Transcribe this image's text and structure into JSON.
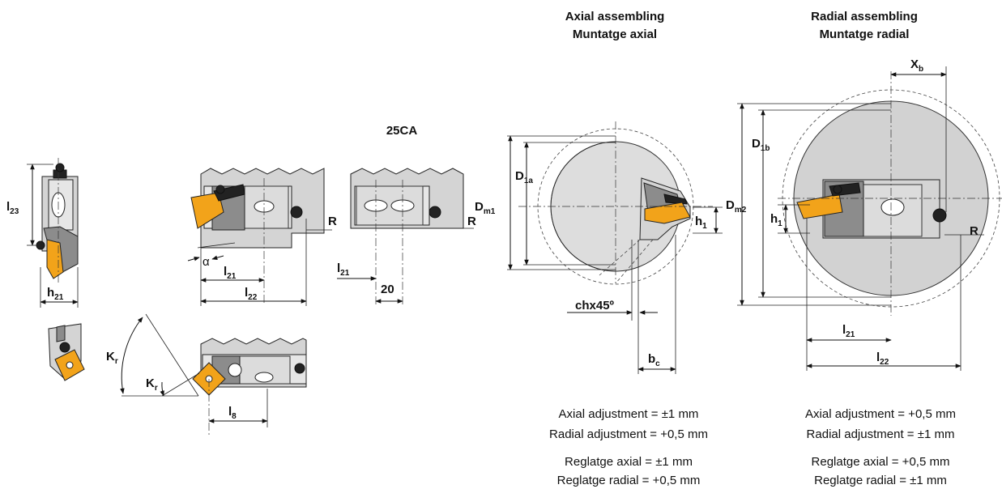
{
  "headings": {
    "variant": "25CA",
    "axial_line1": "Axial assembling",
    "axial_line2": "Muntatge axial",
    "radial_line1": "Radial assembling",
    "radial_line2": "Muntatge radial"
  },
  "dimensions": {
    "l23": "l",
    "l23_sub": "23",
    "h21": "h",
    "h21_sub": "21",
    "alpha": "α",
    "l21": "l",
    "l21_sub": "21",
    "l22": "l",
    "l22_sub": "22",
    "R": "R",
    "twenty": "20",
    "kr": "K",
    "kr_sub": "r",
    "l8": "l",
    "l8_sub": "8",
    "d1a": "D",
    "d1a_sub": "1a",
    "dm1": "D",
    "dm1_sub": "m1",
    "h1": "h",
    "h1_sub": "1",
    "chx45": "chx45º",
    "bc": "b",
    "bc_sub": "c",
    "xb": "X",
    "xb_sub": "b",
    "d1b": "D",
    "d1b_sub": "1b",
    "dm2": "D",
    "dm2_sub": "m2"
  },
  "notes": {
    "axial": [
      "Axial adjustment = ±1 mm",
      "Radial adjustment = +0,5 mm",
      "Reglatge axial = ±1 mm",
      "Reglatge radial = +0,5 mm"
    ],
    "radial": [
      "Axial adjustment = +0,5 mm",
      "Radial adjustment = ±1 mm",
      "Reglatge axial = +0,5 mm",
      "Reglatge radial = ±1 mm"
    ]
  },
  "colors": {
    "insert": "#f2a31a",
    "body": "#d4d4d4",
    "bore": "#dcdcdc"
  }
}
